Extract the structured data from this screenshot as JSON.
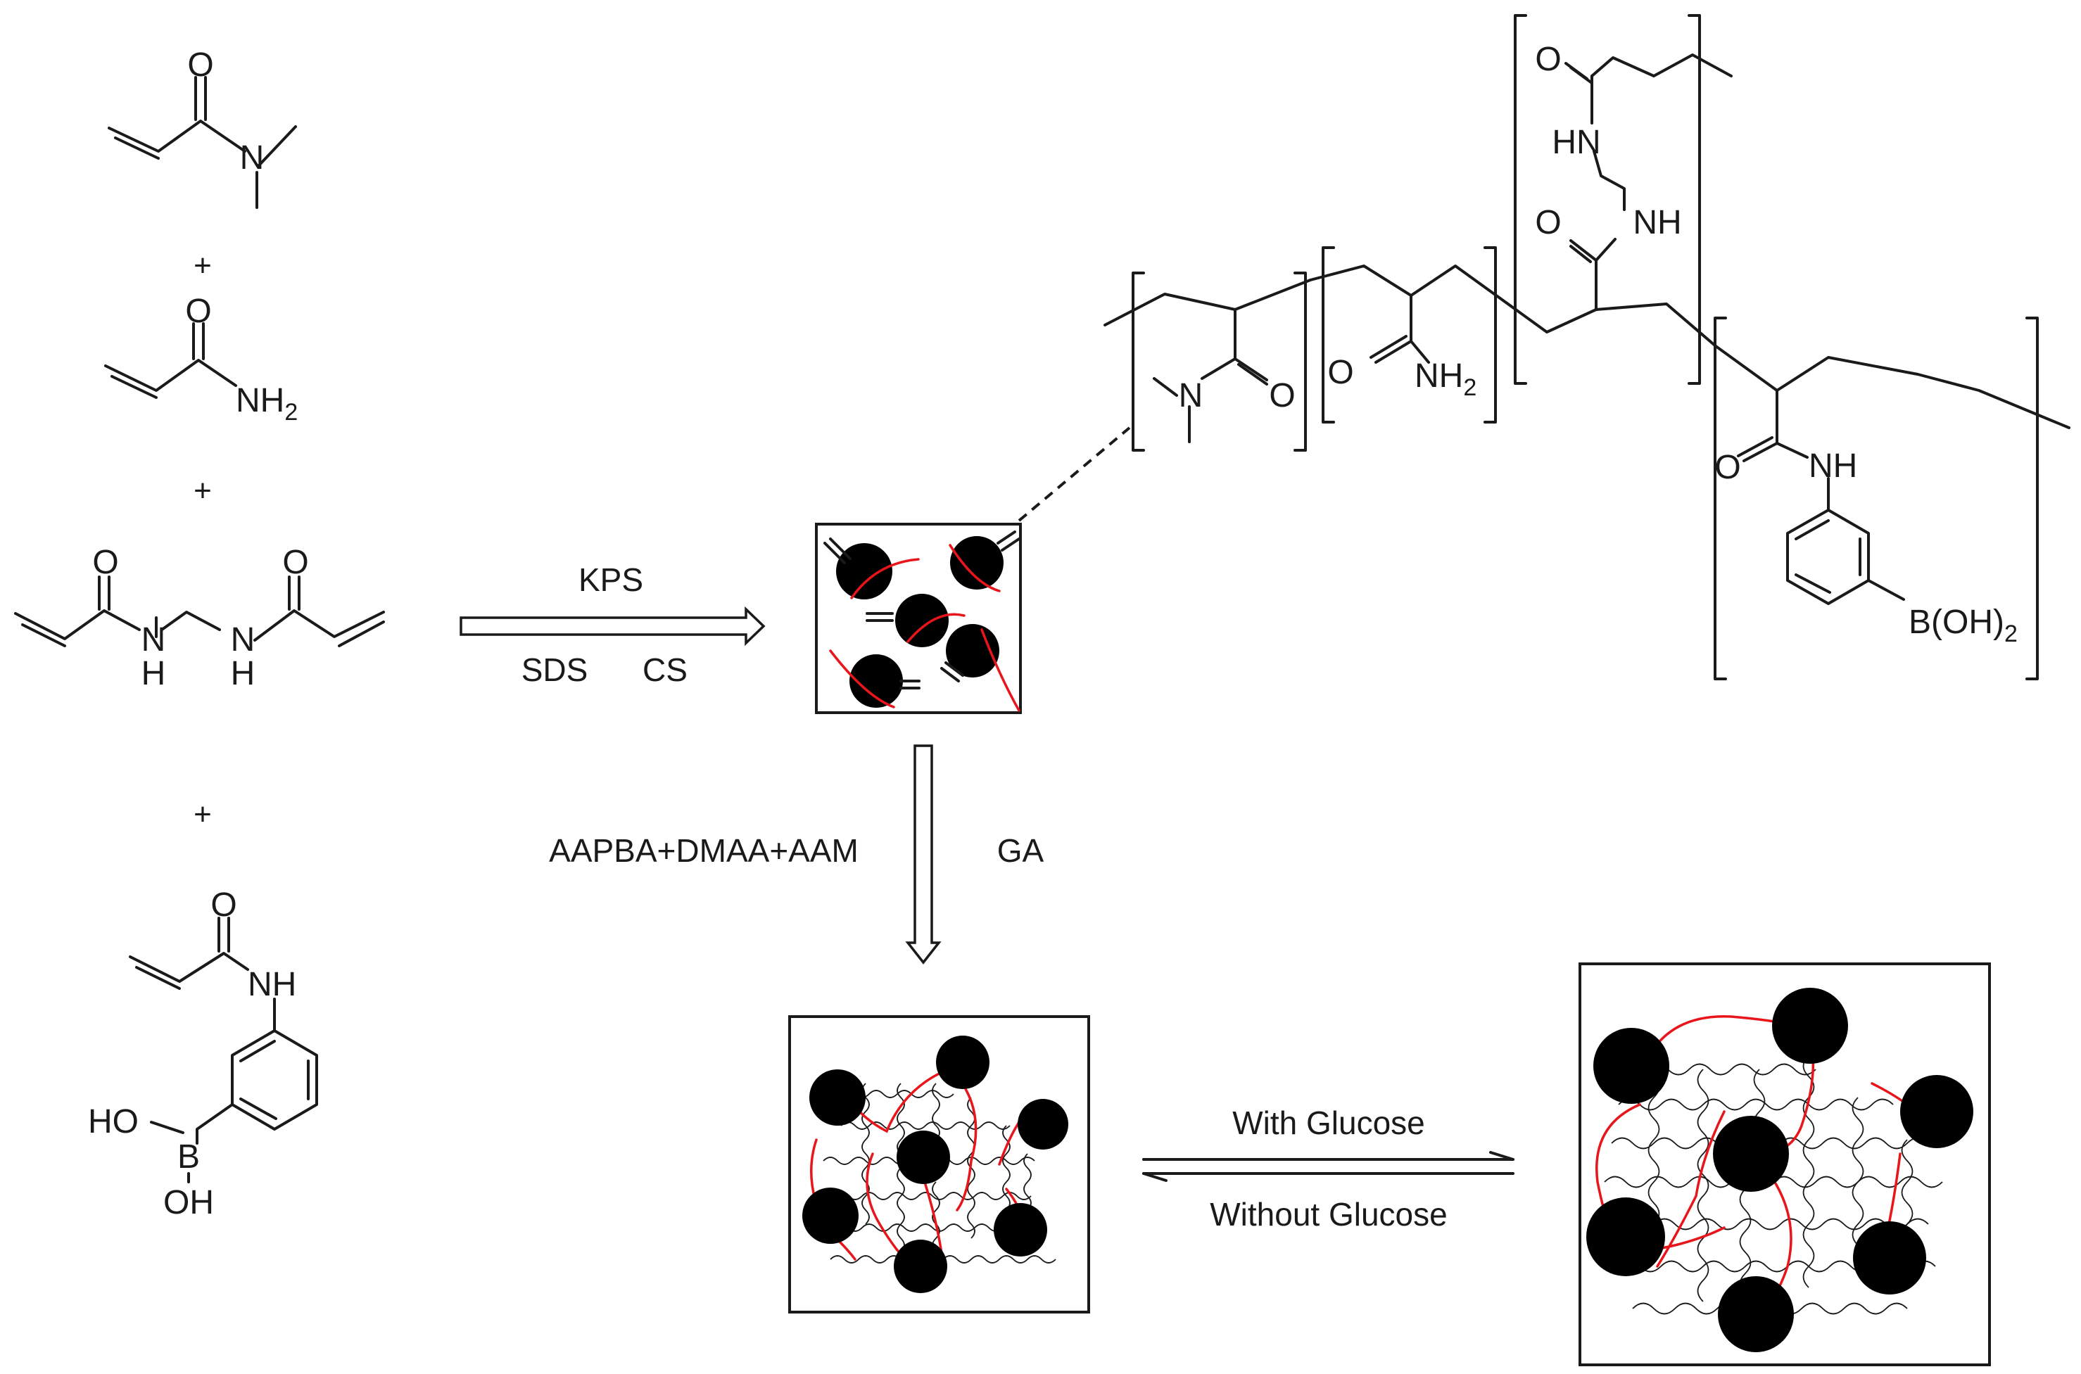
{
  "monomers": {
    "dmaa": {
      "o": "O",
      "n": "N"
    },
    "aam": {
      "o": "O",
      "nh2": "NH",
      "nh2_sub": "2"
    },
    "mba": {
      "o1": "O",
      "o2": "O",
      "n1": "N",
      "h1": "H",
      "n2": "N",
      "h2": "H"
    },
    "aapba": {
      "o": "O",
      "nh": "NH",
      "ho": "HO",
      "b": "B",
      "oh": "OH"
    },
    "plus": "+"
  },
  "step1": {
    "above": "KPS",
    "below_left": "SDS",
    "below_right": "CS"
  },
  "step2": {
    "left": "AAPBA+DMAA+AAM",
    "right": "GA"
  },
  "equilibrium": {
    "forward": "With Glucose",
    "reverse": "Without Glucose"
  },
  "polymer": {
    "unit1": {
      "n": "N",
      "o": "O"
    },
    "unit2": {
      "o": "O",
      "nh2": "NH",
      "nh2_sub": "2"
    },
    "unit3": {
      "o_top": "O",
      "hn": "HN",
      "nh": "NH",
      "o_mid": "O"
    },
    "unit4": {
      "o": "O",
      "nh": "NH",
      "boh": "B(OH)",
      "boh_sub": "2"
    }
  },
  "colors": {
    "ink": "#1a1a1a",
    "crosslink": "#e8151b"
  }
}
